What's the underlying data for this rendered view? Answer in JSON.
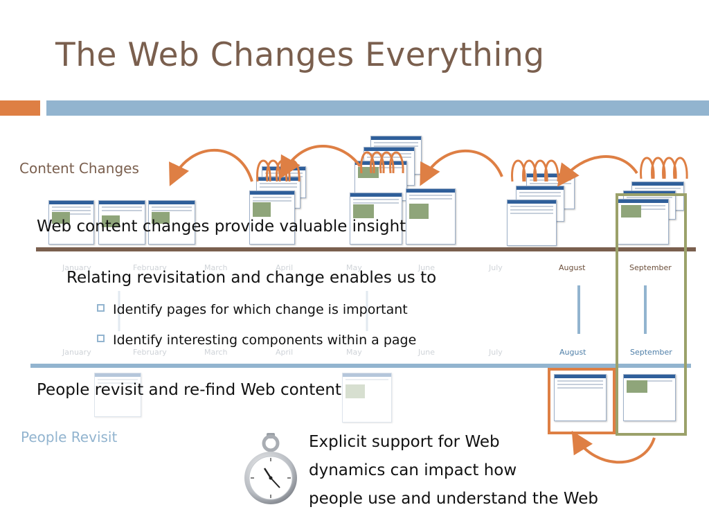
{
  "slide": {
    "title": "The Web Changes Everything",
    "content_changes_label": "Content Changes",
    "people_revisit_label": "People Revisit",
    "heading_content": "Web content changes provide valuable insight",
    "heading_revisit": "People revisit and re-find Web content",
    "relating_text": "Relating revisitation and change enables us to",
    "bullets": [
      "Identify pages for which change is important",
      "Identify interesting components within a page"
    ],
    "explicit_lines": [
      "Explicit support for Web",
      "dynamics can impact how",
      "people use and understand the Web"
    ],
    "months_top": [
      "January",
      "February",
      "March",
      "April",
      "May",
      "June",
      "July",
      "August",
      "September"
    ],
    "months_bottom": [
      "January",
      "February",
      "March",
      "April",
      "May",
      "June",
      "July",
      "August",
      "September"
    ]
  },
  "colors": {
    "title_brown": "#7a5f4e",
    "accent_orange": "#de7f44",
    "accent_blue": "#92b4cf",
    "highlight_green": "#9ba16a"
  },
  "icons": {
    "stopwatch": "stopwatch-icon",
    "arrow": "curved-arrow-icon"
  }
}
